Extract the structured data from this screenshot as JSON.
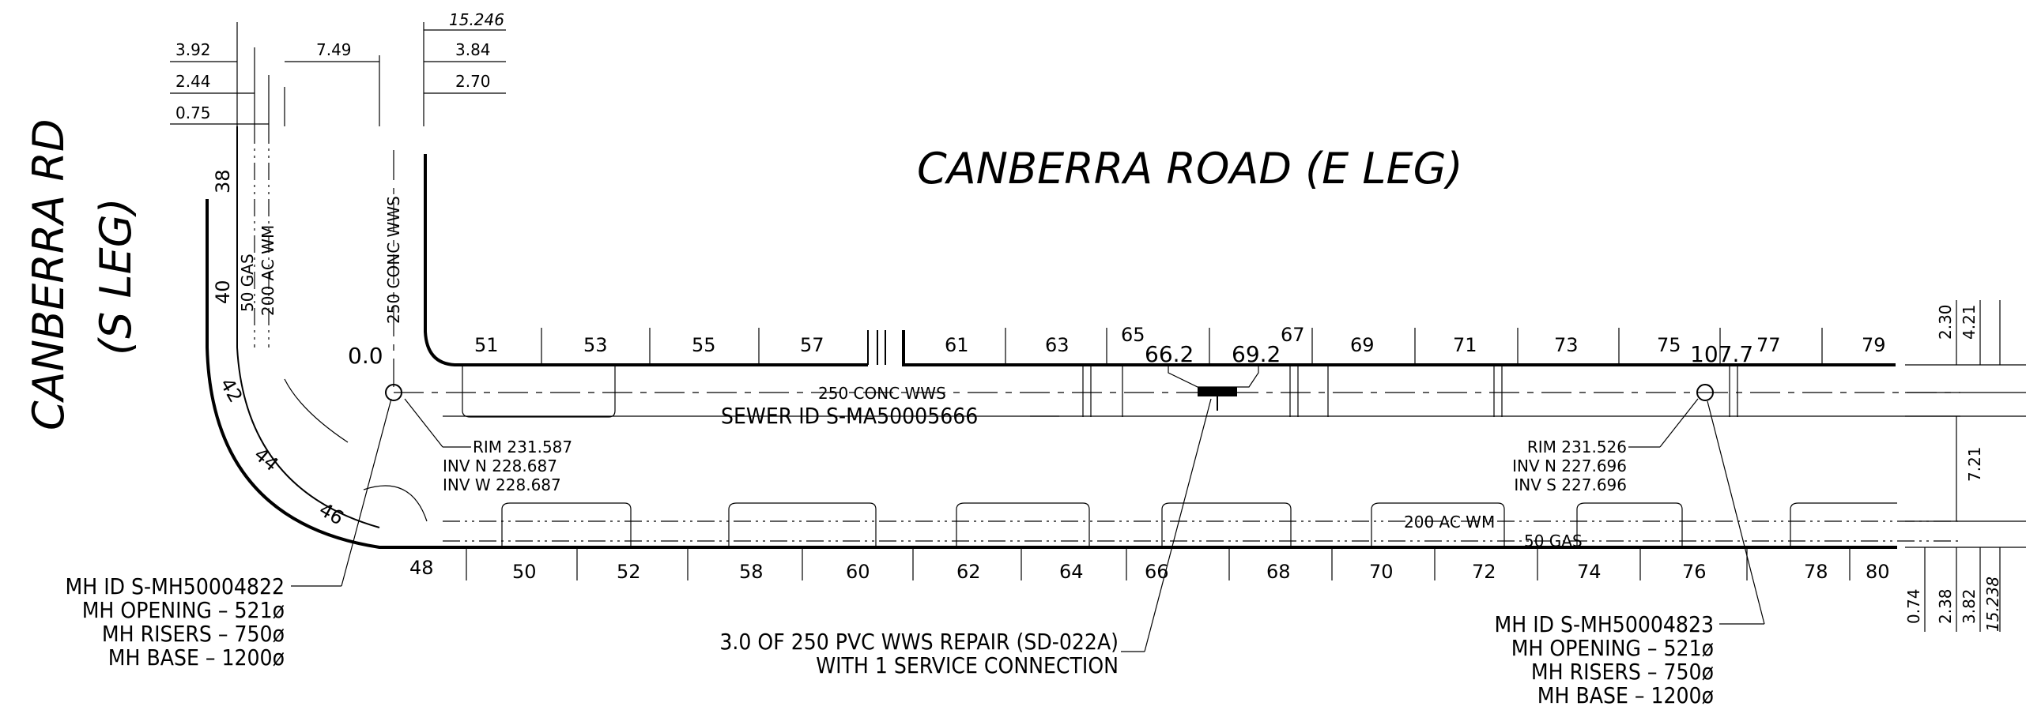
{
  "titles": {
    "e_leg": "CANBERRA ROAD (E LEG)",
    "s_leg_line1": "CANBERRA RD",
    "s_leg_line2": "(S LEG)"
  },
  "dimensions_left": {
    "d392": "3.92",
    "d244": "2.44",
    "d075": "0.75",
    "d749": "7.49",
    "d15246": "15.246",
    "d384": "3.84",
    "d270": "2.70"
  },
  "dimensions_right": {
    "d230": "2.30",
    "d421": "4.21",
    "d721": "7.21",
    "d074": "0.74",
    "d238": "2.38",
    "d382": "3.82",
    "d15238": "15.238"
  },
  "stations_top": [
    "51",
    "53",
    "55",
    "57",
    "61",
    "63",
    "65",
    "67",
    "69",
    "71",
    "73",
    "75",
    "77",
    "79"
  ],
  "stations_bottom": [
    "48",
    "50",
    "52",
    "58",
    "60",
    "62",
    "64",
    "66",
    "68",
    "70",
    "72",
    "74",
    "76",
    "78",
    "80"
  ],
  "stations_curve": [
    "38",
    "40",
    "42",
    "44",
    "46"
  ],
  "chainage": {
    "start": "0.0",
    "repair_start": "66.2",
    "repair_end": "69.2",
    "end": "107.7"
  },
  "utilities": {
    "sewer_main": "250 CONC WWS",
    "sewer_vertical": "250 CONC WWS",
    "watermain": "200 AC WM",
    "gas": "50 GAS",
    "curve_gas": "50 GAS",
    "curve_wm": "200 AC WM"
  },
  "sewer_id": "SEWER ID S-MA50005666",
  "mh_left": {
    "rim": "RIM 231.587",
    "inv_n": "INV N 228.687",
    "inv_w": "INV W 228.687",
    "id": "MH ID S-MH50004822",
    "opening": "MH OPENING – 521ø",
    "risers": "MH RISERS – 750ø",
    "base": "MH BASE – 1200ø"
  },
  "mh_right": {
    "rim": "RIM 231.526",
    "inv_n": "INV N 227.696",
    "inv_s": "INV S 227.696",
    "id": "MH ID S-MH50004823",
    "opening": "MH OPENING – 521ø",
    "risers": "MH RISERS – 750ø",
    "base": "MH BASE – 1200ø"
  },
  "repair_note": {
    "line1": "3.0 OF 250 PVC WWS REPAIR (SD-022A)",
    "line2": "WITH 1 SERVICE CONNECTION"
  }
}
